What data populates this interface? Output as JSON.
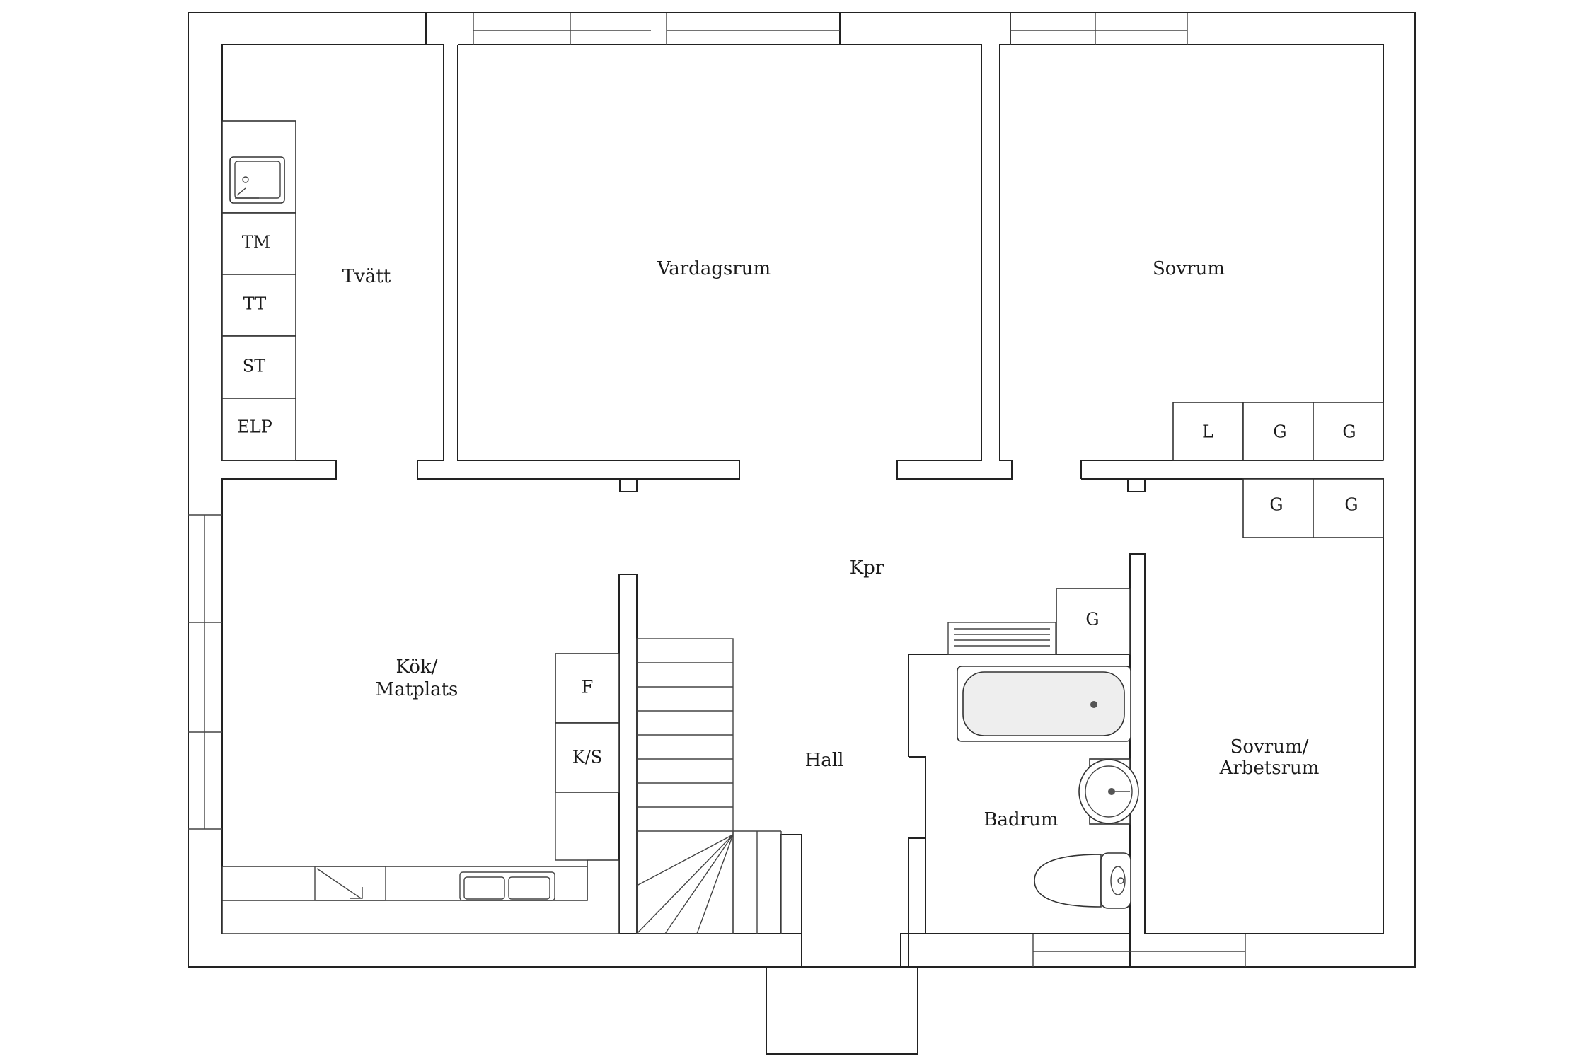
{
  "rooms": {
    "tvatt": "Tvätt",
    "vardagsrum": "Vardagsrum",
    "sovrum": "Sovrum",
    "kpr": "Kpr",
    "kok_line1": "Kök/",
    "kok_line2": "Matplats",
    "hall": "Hall",
    "badrum": "Badrum",
    "sovrum2_line1": "Sovrum/",
    "sovrum2_line2": "Arbetsrum"
  },
  "fixtures": {
    "tm": "TM",
    "tt": "TT",
    "st": "ST",
    "elp": "ELP",
    "l": "L",
    "g": "G",
    "f": "F",
    "ks": "K/S"
  }
}
